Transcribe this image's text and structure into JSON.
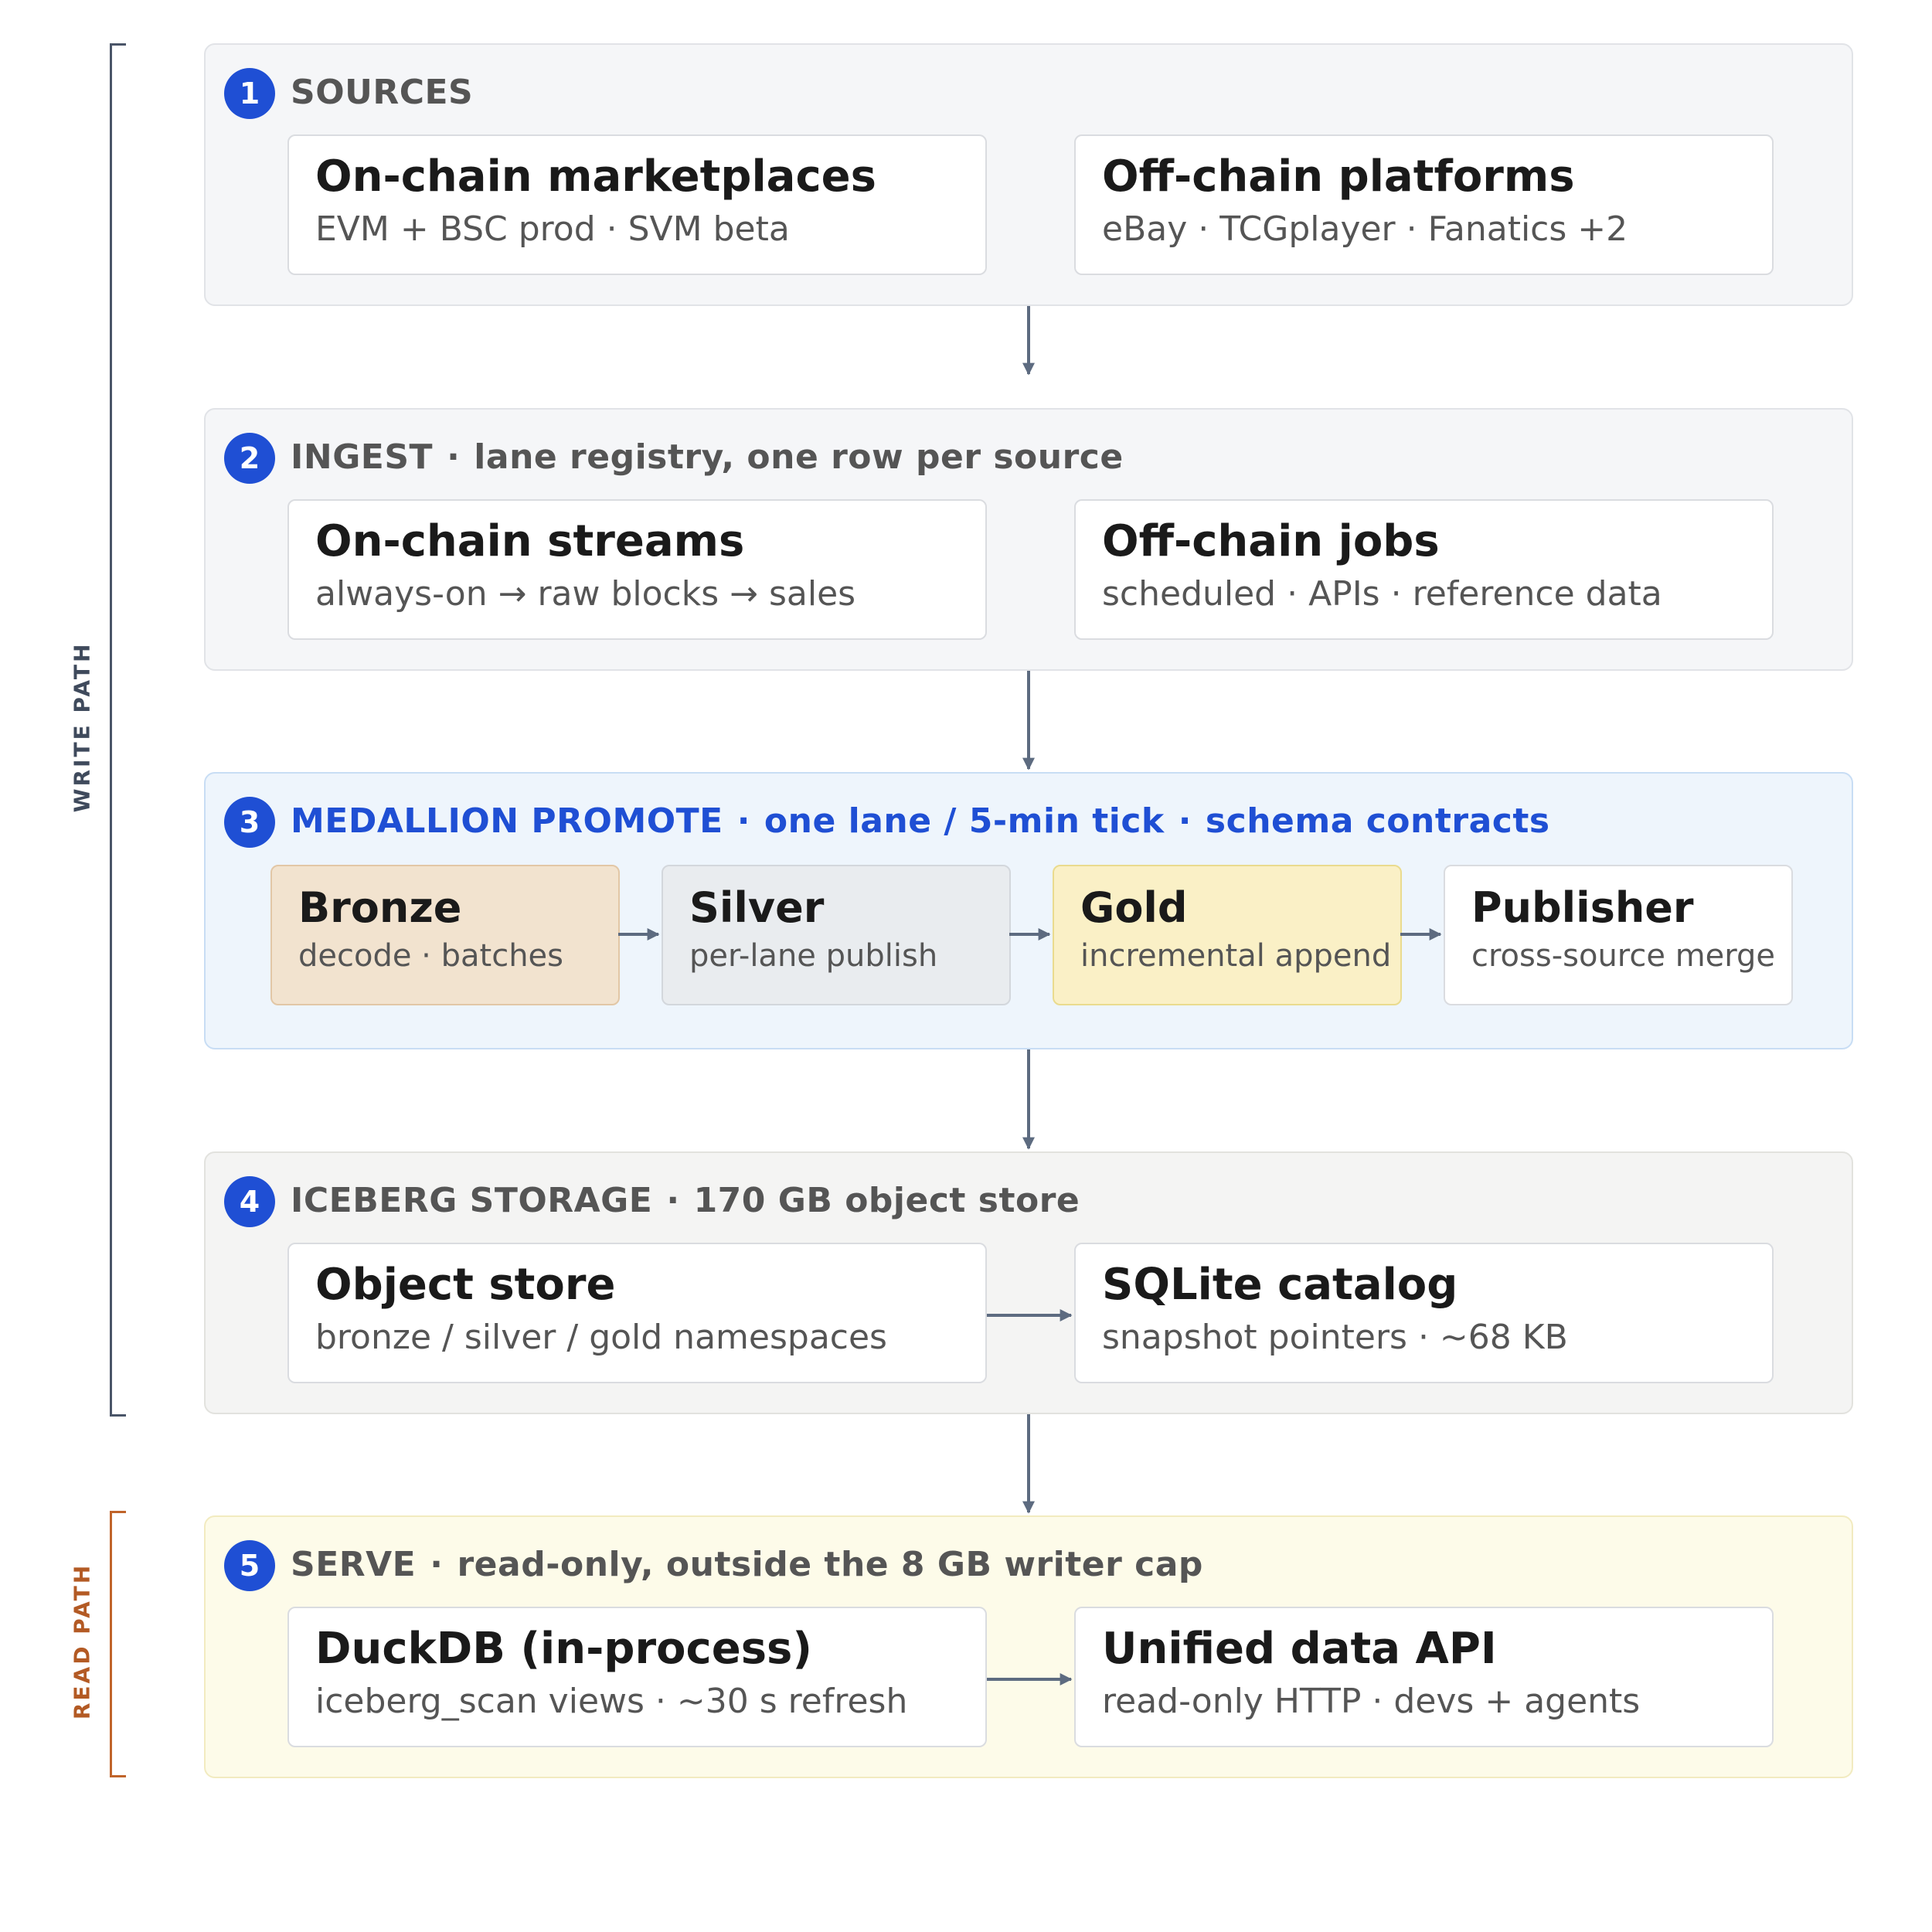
{
  "side_labels": {
    "write": "WRITE PATH",
    "read": "READ PATH"
  },
  "stages": [
    {
      "number": "1",
      "title": "SOURCES",
      "cards": [
        {
          "title": "On-chain marketplaces",
          "subtitle": "EVM + BSC prod · SVM beta"
        },
        {
          "title": "Off-chain platforms",
          "subtitle": "eBay · TCGplayer · Fanatics +2"
        }
      ]
    },
    {
      "number": "2",
      "title": "INGEST",
      "note": "lane registry, one row per source",
      "cards": [
        {
          "title": "On-chain streams",
          "subtitle": "always-on → raw blocks → sales"
        },
        {
          "title": "Off-chain jobs",
          "subtitle": "scheduled · APIs · reference data"
        }
      ]
    },
    {
      "number": "3",
      "title": "MEDALLION PROMOTE",
      "note": "one lane / 5-min tick",
      "note2": "schema contracts",
      "tiers": [
        {
          "title": "Bronze",
          "subtitle": "decode · batches"
        },
        {
          "title": "Silver",
          "subtitle": "per-lane publish"
        },
        {
          "title": "Gold",
          "subtitle": "incremental append"
        },
        {
          "title": "Publisher",
          "subtitle": "cross-source merge"
        }
      ]
    },
    {
      "number": "4",
      "title": "ICEBERG STORAGE",
      "note": "170 GB object store",
      "cards": [
        {
          "title": "Object store",
          "subtitle": "bronze / silver / gold namespaces"
        },
        {
          "title": "SQLite catalog",
          "subtitle": "snapshot pointers · ~68 KB"
        }
      ]
    },
    {
      "number": "5",
      "title": "SERVE",
      "note": "read-only, outside the 8 GB writer cap",
      "cards": [
        {
          "title": "DuckDB (in-process)",
          "subtitle": "iceberg_scan views · ~30 s refresh"
        },
        {
          "title": "Unified data API",
          "subtitle": "read-only HTTP · devs + agents"
        }
      ]
    }
  ],
  "colors": {
    "badge": "#1f4fd4",
    "arrow": "#5d6b80",
    "write_bracket": "#4a5568",
    "read_bracket": "#c0642a",
    "bronze": "#f2e3cf",
    "silver": "#e9ecef",
    "gold": "#faf0c6"
  }
}
